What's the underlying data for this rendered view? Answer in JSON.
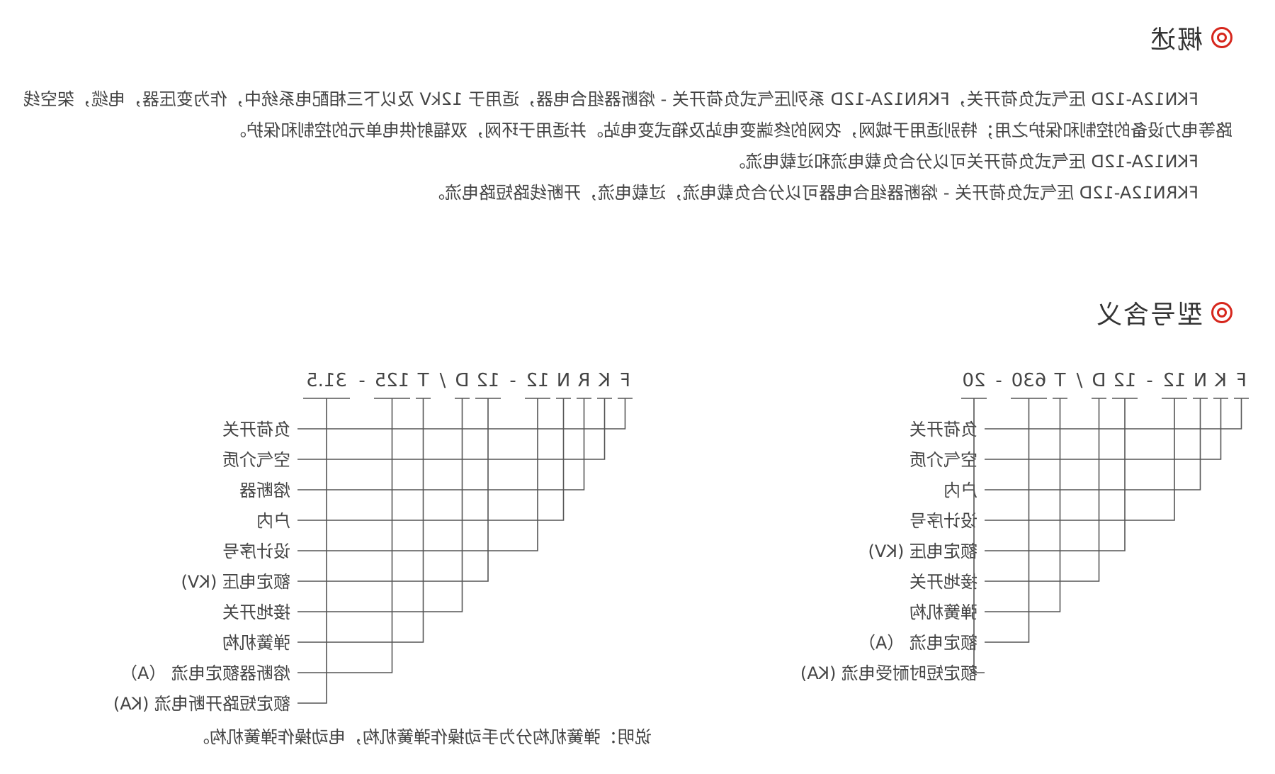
{
  "overview": {
    "heading": "概述",
    "paragraphs": [
      "FKN12A-12D 压气式负荷开关，FKRN12A-12D 系列压气式负荷开关 - 熔断器组合电器，适用于 12kV 及以下三相配电系统中，作为变压器，电缆，架空线路等电力设备的控制和保护之用；特别适用于城网，农网的终端变电站及箱式变电站。并适用于环网，双辐射供电单元的控制和保护。",
      "FKN12A-12D 压气式负荷开关可以分合负载电流和过载电流。",
      "FKRN12A-12D 压气式负荷开关 - 熔断器组合电器可以分合负载电流，过载电流，开断线路短路电流。"
    ]
  },
  "model": {
    "heading": "型号含义",
    "left": {
      "code": [
        "F",
        "K",
        "N",
        "12",
        "-",
        "12",
        "D",
        "/",
        "T",
        "630",
        "-",
        "20"
      ],
      "labels": [
        "负荷开关",
        "空气介质",
        "户内",
        "设计序号",
        "额定电压 (KV)",
        "接地开关",
        "弹簧机构",
        "额定电流 （A）",
        "额定短时耐受电流 (KA)"
      ]
    },
    "right": {
      "code": [
        "F",
        "K",
        "R",
        "N",
        "12",
        "-",
        "12",
        "D",
        "/",
        "T",
        "125",
        "-",
        "31.5"
      ],
      "labels": [
        "负荷开关",
        "空气介质",
        "熔断器",
        "户内",
        "设计序号",
        "额定电压 (KV)",
        "接地开关",
        "弹簧机构",
        "熔断器额定电流 （A）",
        "额定短路开断电流 (KA)"
      ]
    },
    "note": "说明：弹簧机构分为手动操作弹簧机构，电动操作弹簧机构。"
  },
  "colors": {
    "accent": "#d6261c",
    "text": "#444444",
    "line": "#555555"
  },
  "icons": {
    "heading_marker": "double-ring-icon"
  }
}
